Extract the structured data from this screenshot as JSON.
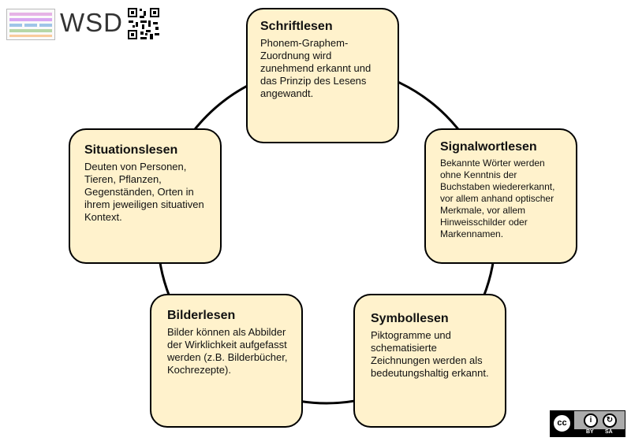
{
  "logo": {
    "text": "WSD",
    "icon": "qr-code-icon"
  },
  "nodes": [
    {
      "id": "schrift",
      "title": "Schriftlesen",
      "text": "Phonem-Graphem-Zuordnung wird zunehmend erkannt und das Prinzip des Lesens angewandt."
    },
    {
      "id": "signal",
      "title": "Signalwortlesen",
      "text": "Bekannte Wörter werden ohne Kenntnis der Buchstaben wiedererkannt, vor allem anhand optischer Merkmale, vor allem Hinweisschilder oder Markennamen."
    },
    {
      "id": "symbol",
      "title": "Symbollesen",
      "text": "Piktogramme und schematisierte Zeichnungen werden als bedeutungshaltig erkannt."
    },
    {
      "id": "bilder",
      "title": "Bilderlesen",
      "text": "Bilder können als Abbilder der Wirklichkeit aufgefasst werden (z.B. Bilderbücher, Kochrezepte)."
    },
    {
      "id": "situation",
      "title": "Situationslesen",
      "text": "Deuten von Personen, Tieren, Pflanzen, Gegenständen, Orten in ihrem jeweiligen situativen Kontext."
    }
  ],
  "license": {
    "cc": "cc",
    "by": "BY",
    "sa": "SA"
  },
  "colors": {
    "box_fill": "#fff2cc",
    "box_border": "#000000",
    "cycle_line": "#000000"
  }
}
